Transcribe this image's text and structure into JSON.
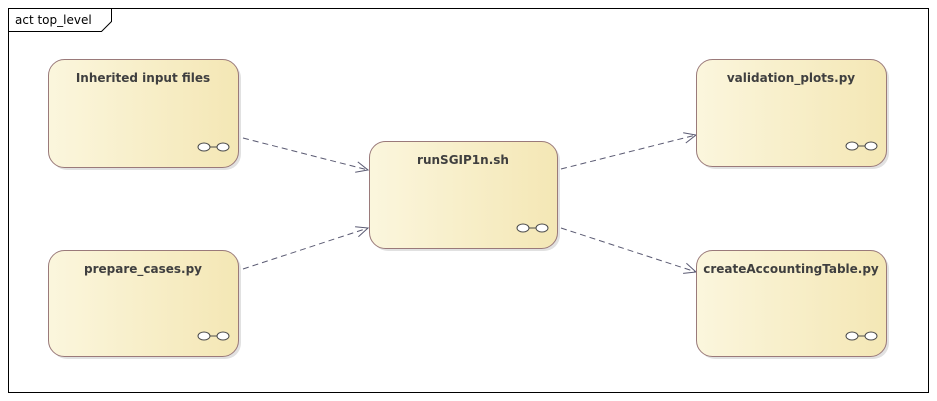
{
  "frame": {
    "label": "act top_level"
  },
  "colors": {
    "node_fill_light": "#fbf6dd",
    "node_fill_dark": "#f4e7b5",
    "node_border": "#9a7a7a",
    "edge": "#5a5a72"
  },
  "nodes": [
    {
      "id": "inherited-input-files",
      "label": "Inherited input files",
      "icon": "call-behavior-rake-icon"
    },
    {
      "id": "prepare-cases",
      "label": "prepare_cases.py",
      "icon": "call-behavior-rake-icon"
    },
    {
      "id": "run-sgip1n",
      "label": "runSGIP1n.sh",
      "icon": "call-behavior-rake-icon"
    },
    {
      "id": "validation-plots",
      "label": "validation_plots.py",
      "icon": "call-behavior-rake-icon"
    },
    {
      "id": "create-accounting-table",
      "label": "createAccountingTable.py",
      "icon": "call-behavior-rake-icon"
    }
  ],
  "edges": [
    {
      "from": "inherited-input-files",
      "to": "run-sgip1n",
      "style": "dashed"
    },
    {
      "from": "prepare-cases",
      "to": "run-sgip1n",
      "style": "dashed"
    },
    {
      "from": "run-sgip1n",
      "to": "validation-plots",
      "style": "dashed"
    },
    {
      "from": "run-sgip1n",
      "to": "create-accounting-table",
      "style": "dashed"
    }
  ]
}
